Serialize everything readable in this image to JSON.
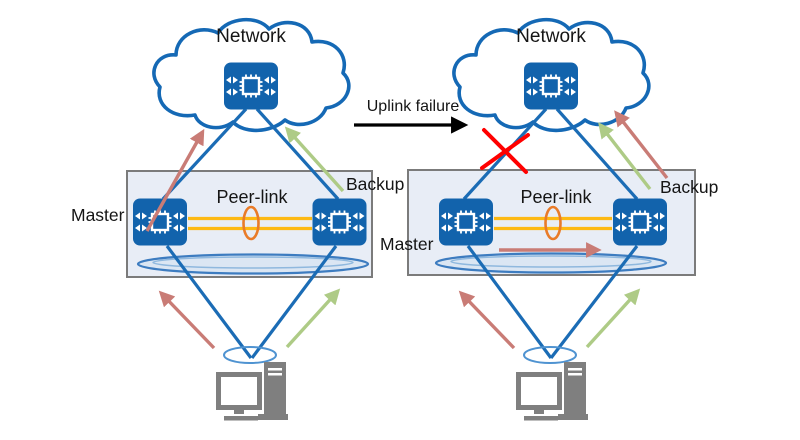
{
  "left_topology": {
    "network_label": "Network",
    "master_label": "Master",
    "backup_label": "Backup",
    "peer_link_label": "Peer-link"
  },
  "right_topology": {
    "network_label": "Network",
    "master_label": "Master",
    "backup_label": "Backup",
    "peer_link_label": "Peer-link"
  },
  "annotation": {
    "uplink_failure_label": "Uplink failure"
  },
  "icons": {
    "switch": "chip-switch-icon",
    "cloud": "network-cloud-icon",
    "computer": "desktop-pc-icon",
    "failure": "red-x-icon",
    "peer_link_ring": "link-aggregation-ring-icon"
  },
  "colors": {
    "line_blue": "#1b6cb5",
    "switch_blue": "#1263ac",
    "cloud_blue": "#1569b5",
    "peer_link_yellow": "#fdb913",
    "ring_orange": "#e97b28",
    "traffic_red": "#c97c76",
    "traffic_green": "#aecb86",
    "failure_red": "#ff0000",
    "box_fill": "#e8edf6",
    "box_border": "#7b7b7b",
    "pc_gray": "#7f7f7f"
  }
}
